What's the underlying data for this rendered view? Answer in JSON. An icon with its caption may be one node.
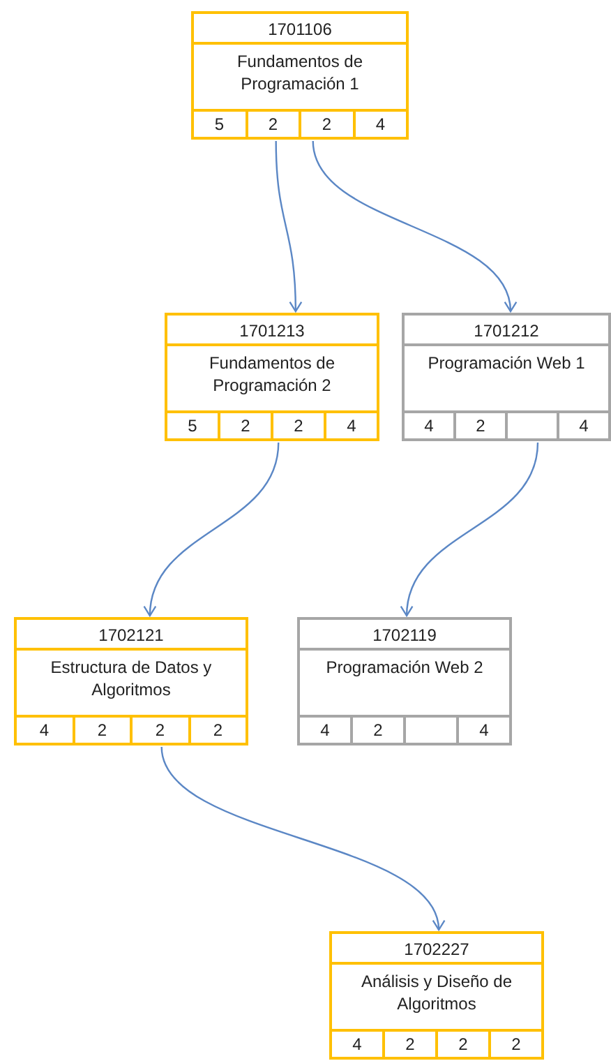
{
  "diagram": {
    "nodes": [
      {
        "text": [
          "1701106",
          "Fundamentos de Programación 1"
        ]
      },
      {
        "text": [
          "5"
        ],
        "in": 0
      },
      {
        "text": [
          "2"
        ],
        "in": 0
      },
      {
        "text": [
          "2"
        ],
        "in": 0
      },
      {
        "text": [
          "4"
        ],
        "in": 0
      },
      {
        "text": [
          "1701213",
          "Fundamentos de Programación 2"
        ]
      },
      {
        "text": [
          "5"
        ],
        "in": 5
      },
      {
        "text": [
          "2"
        ],
        "in": 5
      },
      {
        "text": [
          "2"
        ],
        "in": 5
      },
      {
        "text": [
          "4"
        ],
        "in": 5
      },
      {
        "text": [
          "1701212",
          "Programación Web 1"
        ]
      },
      {
        "text": [
          "4"
        ],
        "in": 10
      },
      {
        "text": [
          "2"
        ],
        "in": 10
      },
      {
        "text": [],
        "shape": "box",
        "in": 10
      },
      {
        "text": [
          "4"
        ],
        "in": 10
      },
      {
        "text": [
          "1702121",
          "Estructura de Datos y Algoritmos"
        ]
      },
      {
        "text": [
          "4"
        ],
        "in": 15
      },
      {
        "text": [
          "2"
        ],
        "in": 15
      },
      {
        "text": [
          "2"
        ],
        "in": 15
      },
      {
        "text": [
          "2"
        ],
        "in": 15
      },
      {
        "text": [
          "1702119",
          "Programación Web 2"
        ]
      },
      {
        "text": [
          "4"
        ],
        "in": 20
      },
      {
        "text": [
          "2"
        ],
        "in": 20
      },
      {
        "text": [],
        "shape": "box",
        "in": 20
      },
      {
        "text": [
          "4"
        ],
        "in": 20
      },
      {
        "text": [
          "1702227",
          "Análisis y Diseño de Algoritmos"
        ]
      },
      {
        "text": [
          "4"
        ],
        "in": 25
      },
      {
        "text": [
          "2"
        ],
        "in": 25
      },
      {
        "text": [
          "2"
        ],
        "in": 25
      },
      {
        "text": [
          "2"
        ],
        "in": 25
      }
    ],
    "edges": [
      {
        "from": 0,
        "to": 5,
        "arrow": "to"
      },
      {
        "from": 0,
        "to": 10,
        "arrow": "to"
      },
      {
        "from": 5,
        "to": 15,
        "arrow": "to"
      },
      {
        "from": 10,
        "to": 20,
        "arrow": "to"
      },
      {
        "from": 15,
        "to": 25,
        "arrow": "to"
      }
    ]
  }
}
